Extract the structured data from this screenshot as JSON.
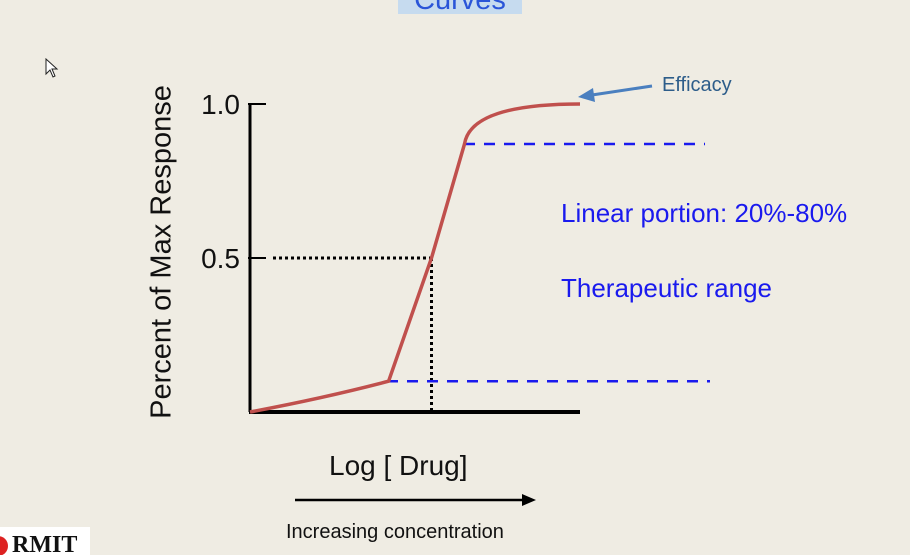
{
  "slide": {
    "title_fragment": "Curves",
    "logo_text": "RMIT"
  },
  "chart_data": {
    "type": "line",
    "ylabel": "Percent of Max Response",
    "xlabel": "Log [ Drug]",
    "x_sublabel": "Increasing concentration",
    "y_ticks": [
      "1.0",
      "0.5"
    ],
    "ylim": [
      0,
      1.0
    ],
    "series": [
      {
        "color": "#c0504d",
        "points": [
          [
            0,
            0
          ],
          [
            0.23,
            0.04
          ],
          [
            0.42,
            0.1
          ],
          [
            0.55,
            0.5
          ],
          [
            0.65,
            0.87
          ],
          [
            0.76,
            0.96
          ],
          [
            1.0,
            1.0
          ]
        ]
      }
    ],
    "ec50_marker": {
      "x": 0.55,
      "y": 0.5
    },
    "linear_portion_bounds": [
      0.1,
      0.87
    ],
    "annotations": {
      "efficacy": "Efficacy",
      "linear_portion": "Linear portion: 20%-80%",
      "therapeutic_range": "Therapeutic range"
    },
    "colors": {
      "curve": "#c0504d",
      "dashes": "#1a1aee",
      "efficacy_arrow": "#4a7fbf"
    }
  }
}
